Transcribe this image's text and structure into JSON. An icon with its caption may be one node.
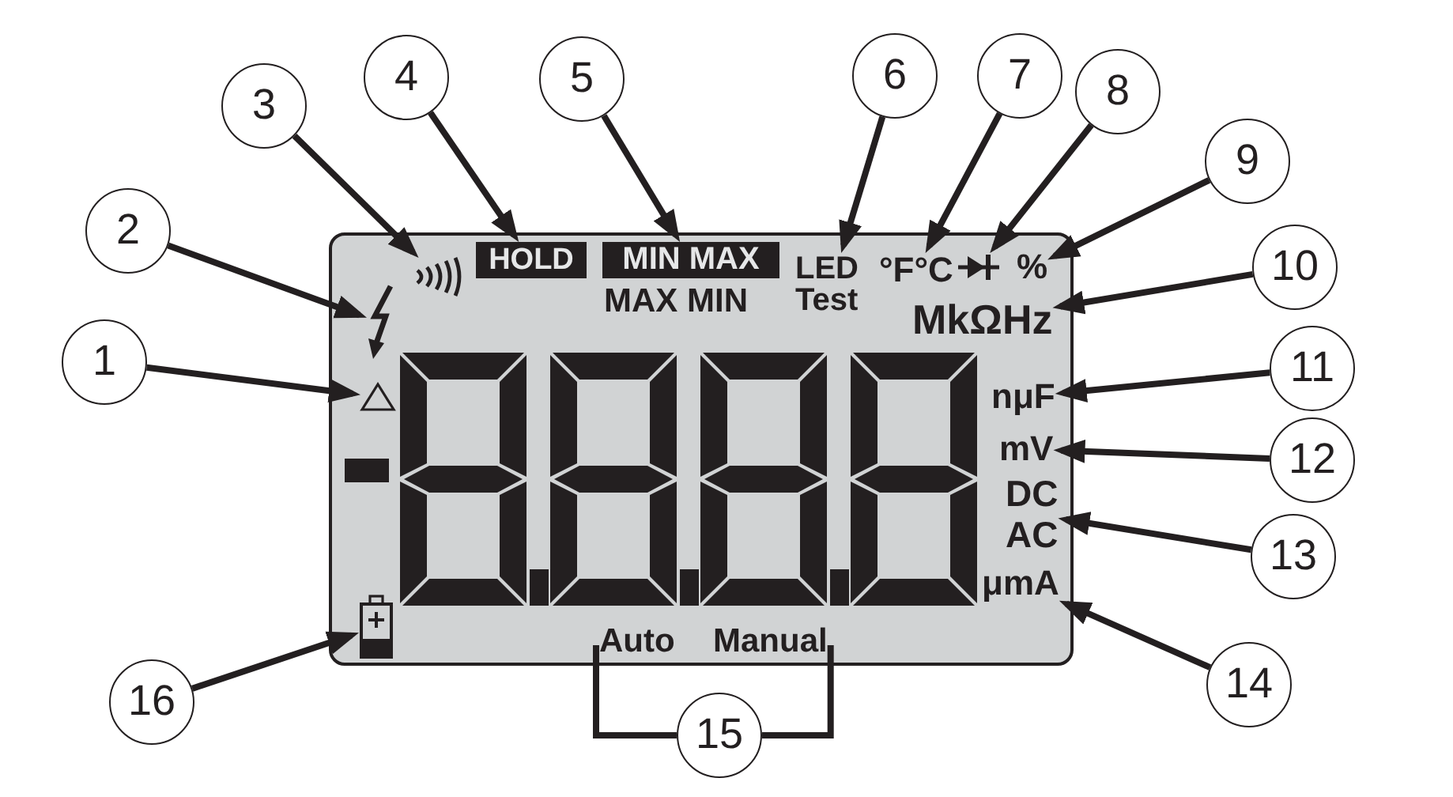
{
  "diagram": {
    "nodes": [
      {
        "text": [],
        "shape": "box"
      },
      {
        "text": [
          "1"
        ]
      },
      {
        "text": [
          "2"
        ]
      },
      {
        "text": [
          "3"
        ]
      },
      {
        "text": [
          "4"
        ]
      },
      {
        "text": [
          "5"
        ]
      },
      {
        "text": [
          "6"
        ]
      },
      {
        "text": [
          "7"
        ]
      },
      {
        "text": [
          "8"
        ]
      },
      {
        "text": [
          "9"
        ]
      },
      {
        "text": [
          "10"
        ]
      },
      {
        "text": [
          "11"
        ]
      },
      {
        "text": [
          "12"
        ]
      },
      {
        "text": [
          "13"
        ]
      },
      {
        "text": [
          "14"
        ]
      },
      {
        "text": [
          "15"
        ]
      },
      {
        "text": [
          "16"
        ]
      },
      {
        "text": [],
        "shape": "triangle",
        "in": 0
      },
      {
        "text": [],
        "shape": "picture",
        "in": 0
      },
      {
        "text": [],
        "shape": "picture",
        "in": 0
      },
      {
        "text": [
          "HOLD"
        ],
        "in": 0
      },
      {
        "text": [
          "MIN MAX"
        ],
        "in": 0,
        "beside": [
          "MAX MIN"
        ]
      },
      {
        "text": [
          "LED Test"
        ],
        "in": 0
      },
      {
        "text": [
          "°F",
          "°C"
        ],
        "in": 0
      },
      {
        "text": [],
        "shape": "picture",
        "in": 0
      },
      {
        "text": [
          "%"
        ],
        "in": 0
      },
      {
        "text": [
          "MkΩHz"
        ],
        "in": 0
      },
      {
        "text": [
          "nμF"
        ],
        "in": 0
      },
      {
        "text": [
          "mV"
        ],
        "in": 0
      },
      {
        "text": [
          "DC",
          "AC"
        ],
        "in": 0
      },
      {
        "text": [
          "μmA"
        ],
        "in": 0
      },
      {
        "text": [
          "Auto"
        ],
        "in": 0
      },
      {
        "text": [
          "Manual"
        ],
        "in": 0
      },
      {
        "text": [],
        "shape": "picture",
        "in": 0
      }
    ],
    "edges": [
      {
        "from": 1,
        "to": 17,
        "arrow": "to"
      },
      {
        "from": 2,
        "to": 18,
        "arrow": "to"
      },
      {
        "from": 3,
        "to": 19,
        "arrow": "to"
      },
      {
        "from": 4,
        "to": 20,
        "arrow": "to"
      },
      {
        "from": 5,
        "to": 21,
        "arrow": "to"
      },
      {
        "from": 6,
        "to": 22,
        "arrow": "to"
      },
      {
        "from": 7,
        "to": 23,
        "arrow": "to"
      },
      {
        "from": 8,
        "to": 24,
        "arrow": "to"
      },
      {
        "from": 9,
        "to": 25,
        "arrow": "to"
      },
      {
        "from": 10,
        "to": 26,
        "arrow": "to"
      },
      {
        "from": 11,
        "to": 27,
        "arrow": "to"
      },
      {
        "from": 12,
        "to": 28,
        "arrow": "to"
      },
      {
        "from": 13,
        "to": 29,
        "arrow": "to"
      },
      {
        "from": 14,
        "to": 30,
        "arrow": "to"
      },
      {
        "from": 15,
        "to": 31,
        "arrow": "none"
      },
      {
        "from": 15,
        "to": 32,
        "arrow": "none"
      },
      {
        "from": 16,
        "to": 33,
        "arrow": "to"
      }
    ]
  }
}
